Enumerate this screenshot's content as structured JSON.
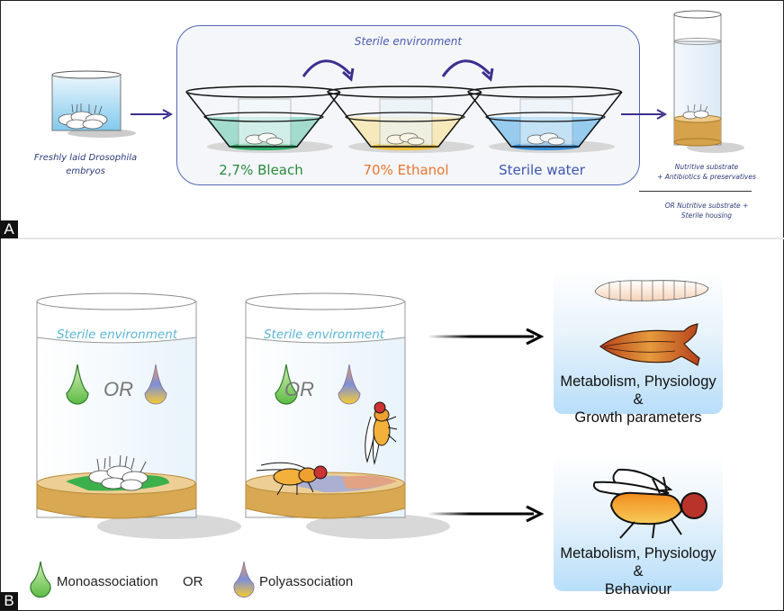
{
  "panel_a": {
    "label": "A",
    "start_caption_line1": "Freshly laid Drosophila",
    "start_caption_line2": "embryos",
    "sterile_box_title": "Sterile environment",
    "baths": [
      {
        "label": "2,7% Bleach",
        "color": "#2a8a3c",
        "liquid": "#8fd6c4"
      },
      {
        "label": "70% Ethanol",
        "color": "#e8762e",
        "liquid": "#f6e6b0"
      },
      {
        "label": "Sterile water",
        "color": "#3d55b0",
        "liquid": "#7fc2ec"
      }
    ],
    "vial_caption_line1": "Nutritive substrate",
    "vial_caption_line2": "+ Antibiotics & preservatives",
    "vial_alt_line1": "OR Nutritive substrate +",
    "vial_alt_line2": "Sterile housing",
    "arrow_color": "#3b2f8f"
  },
  "panel_b": {
    "label": "B",
    "cylinders": [
      {
        "title": "Sterile environment",
        "or_text": "OR",
        "content": "embryos"
      },
      {
        "title": "Sterile environment",
        "or_text": "OR",
        "content": "adult flies"
      }
    ],
    "outcomes": [
      {
        "line1": "Metabolism, Physiology &",
        "line2": "Growth parameters",
        "images": [
          "larva",
          "pupa"
        ]
      },
      {
        "line1": "Metabolism, Physiology &",
        "line2": "Behaviour",
        "images": [
          "adult fly"
        ]
      }
    ],
    "legend": {
      "mono_label": "Monoassociation",
      "or_label": "OR",
      "poly_label": "Polyassociation"
    }
  }
}
